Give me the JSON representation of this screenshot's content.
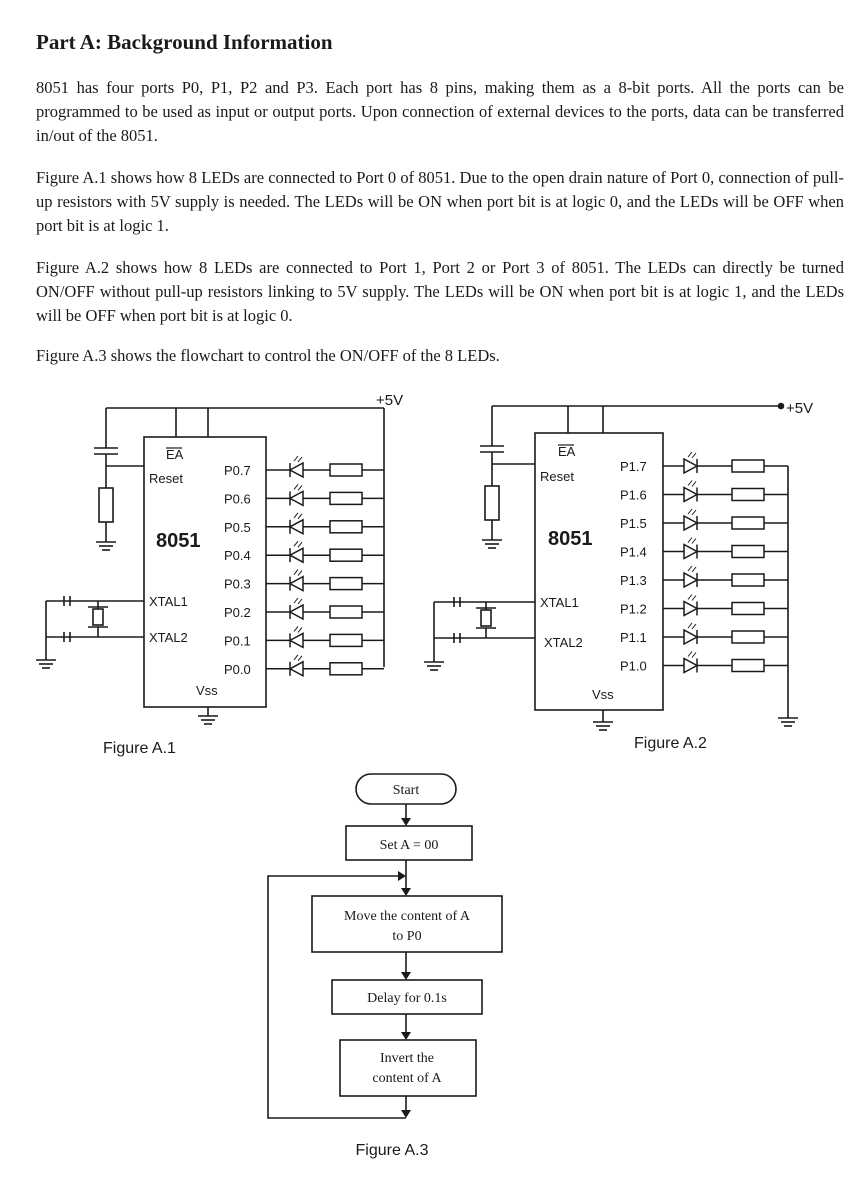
{
  "heading": "Part A: Background Information",
  "paragraphs": [
    "8051 has four ports P0, P1, P2 and P3. Each port has 8 pins, making them as a 8-bit ports. All the ports can be programmed to be used as input or output ports.   Upon connection of external devices to the ports, data can be transferred in/out of the 8051.",
    "Figure A.1 shows how 8 LEDs are connected to Port 0 of 8051. Due to the open drain nature of Port 0, connection of pull-up resistors with 5V supply is needed. The LEDs will be ON when port bit is at logic 0, and the LEDs will be OFF when port bit is at logic 1.",
    "Figure A.2 shows how 8 LEDs are connected to Port 1, Port 2 or Port 3 of 8051. The LEDs can directly be turned ON/OFF without pull-up resistors linking to 5V supply. The LEDs will be ON when port bit is at logic 1, and the LEDs will be OFF when port bit is at logic 0.",
    "Figure A.3 shows the flowchart to control the ON/OFF of the 8 LEDs."
  ],
  "figure_a1": {
    "caption": "Figure A.1",
    "supply": "+5V",
    "chip": "8051",
    "ea": "EA",
    "reset": "Reset",
    "xtal1": "XTAL1",
    "xtal2": "XTAL2",
    "vss": "Vss",
    "pins": [
      "P0.7",
      "P0.6",
      "P0.5",
      "P0.4",
      "P0.3",
      "P0.2",
      "P0.1",
      "P0.0"
    ]
  },
  "figure_a2": {
    "caption": "Figure A.2",
    "supply": "+5V",
    "chip": "8051",
    "ea": "EA",
    "reset": "Reset",
    "xtal1": "XTAL1",
    "xtal2": "XTAL2",
    "vss": "Vss",
    "pins": [
      "P1.7",
      "P1.6",
      "P1.5",
      "P1.4",
      "P1.3",
      "P1.2",
      "P1.1",
      "P1.0"
    ]
  },
  "figure_a3": {
    "caption": "Figure A.3",
    "start": "Start",
    "step1": "Set A = 00",
    "step2_line1": "Move the content of A",
    "step2_line2": "to P0",
    "step3": "Delay for 0.1s",
    "step4_line1": "Invert the",
    "step4_line2": "content of A"
  }
}
